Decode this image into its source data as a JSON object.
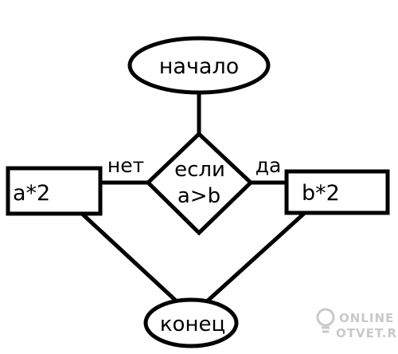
{
  "flowchart": {
    "start_label": "начало",
    "decision_line1": "если",
    "decision_line2": "a>b",
    "no_branch_label": "нет",
    "yes_branch_label": "да",
    "no_action_label": "a*2",
    "yes_action_label": "b*2",
    "end_label": "конец"
  },
  "watermark": {
    "line1": "ONLINE",
    "line2": "OTVET.RU",
    "icon": "lightbulb-icon"
  },
  "colors": {
    "stroke": "#000000",
    "background": "#ffffff",
    "watermark": "#c9c9c9"
  }
}
